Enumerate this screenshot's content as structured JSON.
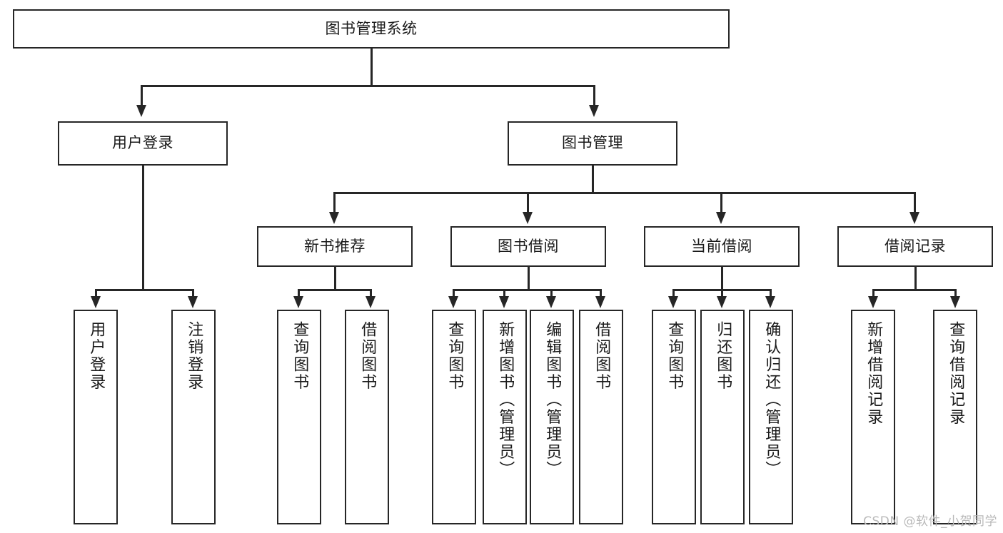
{
  "diagram": {
    "title": "图书管理系统",
    "watermark": "CSDN @软件_小贺同学",
    "root": {
      "label": "图书管理系统"
    },
    "level2": [
      {
        "key": "user_login",
        "label": "用户登录"
      },
      {
        "key": "book_manage",
        "label": "图书管理"
      }
    ],
    "level3": [
      {
        "key": "new_book_rec",
        "label": "新书推荐"
      },
      {
        "key": "book_borrow",
        "label": "图书借阅"
      },
      {
        "key": "current_borrow",
        "label": "当前借阅"
      },
      {
        "key": "borrow_record",
        "label": "借阅记录"
      }
    ],
    "leaves": {
      "user_login": [
        {
          "key": "leaf_user_login",
          "label": "用户登录"
        },
        {
          "key": "leaf_user_logout",
          "label": "注销登录"
        }
      ],
      "new_book_rec": [
        {
          "key": "leaf_query_book_1",
          "label": "查询图书"
        },
        {
          "key": "leaf_borrow_book_1",
          "label": "借阅图书"
        }
      ],
      "book_borrow": [
        {
          "key": "leaf_query_book_2",
          "label": "查询图书"
        },
        {
          "key": "leaf_add_book",
          "label": "新增图书（管理员）"
        },
        {
          "key": "leaf_edit_book",
          "label": "编辑图书（管理员）"
        },
        {
          "key": "leaf_borrow_book_2",
          "label": "借阅图书"
        }
      ],
      "current_borrow": [
        {
          "key": "leaf_query_book_3",
          "label": "查询图书"
        },
        {
          "key": "leaf_return_book",
          "label": "归还图书"
        },
        {
          "key": "leaf_confirm_return",
          "label": "确认归还（管理员）"
        }
      ],
      "borrow_record": [
        {
          "key": "leaf_add_record",
          "label": "新增借阅记录"
        },
        {
          "key": "leaf_query_record",
          "label": "查询借阅记录"
        }
      ]
    },
    "colors": {
      "stroke": "#262626",
      "fill": "#ffffff",
      "text": "#1a1a1a",
      "watermark": "#b9b9b9"
    }
  }
}
